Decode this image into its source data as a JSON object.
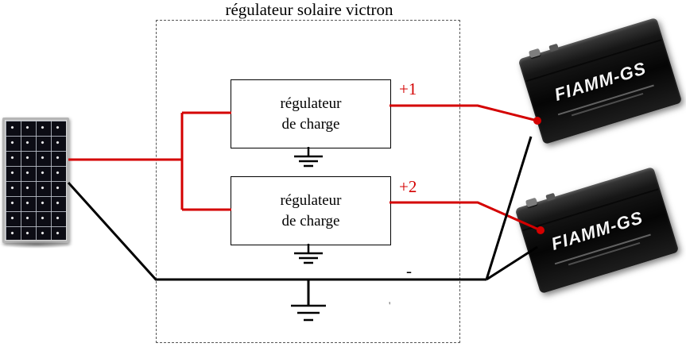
{
  "title": "régulateur solaire victron",
  "regulators": [
    {
      "line1": "régulateur",
      "line2": "de charge",
      "output": "+1"
    },
    {
      "line1": "régulateur",
      "line2": "de charge",
      "output": "+2"
    }
  ],
  "labels": {
    "minus": "-",
    "stray": "'"
  },
  "batteries": [
    {
      "brand": "FIAMM-GS"
    },
    {
      "brand": "FIAMM-GS"
    }
  ],
  "icons": {
    "solar_panel": "solar-panel-icon",
    "ground": "ground-symbol",
    "battery": "battery-icon"
  },
  "colors": {
    "positive_wire": "#d40000",
    "negative_wire": "#000000",
    "label_red": "#d40000"
  }
}
